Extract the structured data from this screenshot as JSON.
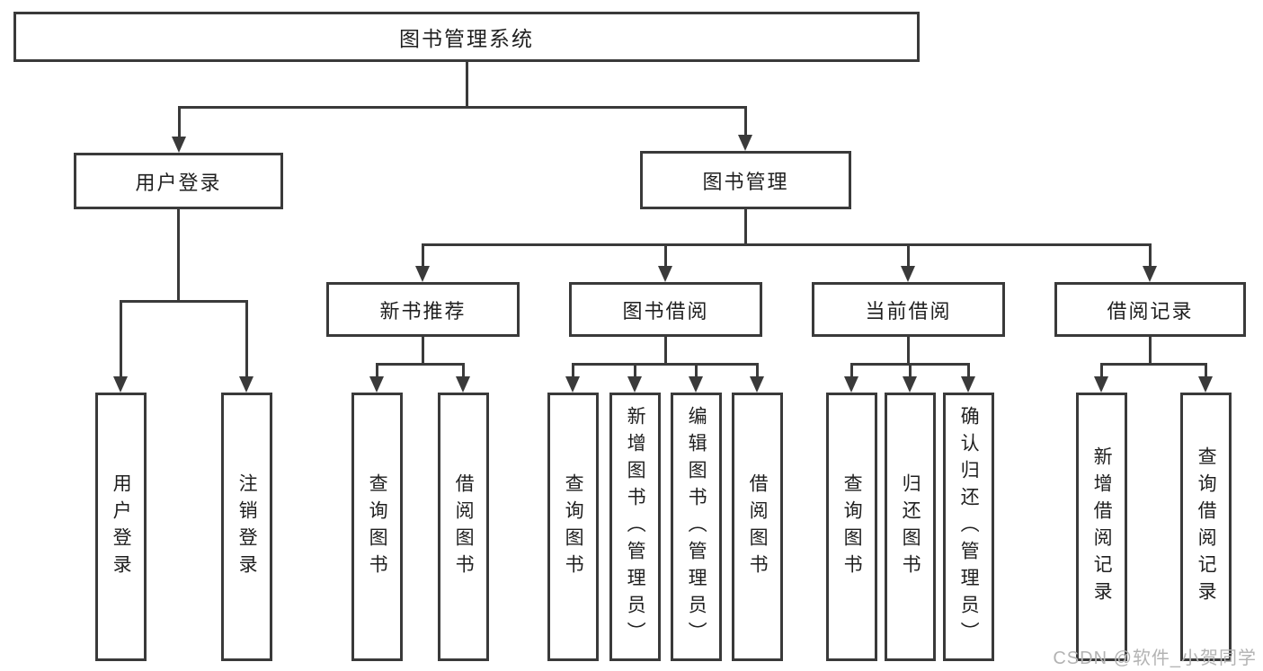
{
  "diagram": {
    "root": {
      "label": "图书管理系统",
      "children": [
        {
          "label": "用户登录",
          "children": [
            {
              "label": "用户登录"
            },
            {
              "label": "注销登录"
            }
          ]
        },
        {
          "label": "图书管理",
          "children": [
            {
              "label": "新书推荐",
              "children": [
                {
                  "label": "查询图书"
                },
                {
                  "label": "借阅图书"
                }
              ]
            },
            {
              "label": "图书借阅",
              "children": [
                {
                  "label": "查询图书"
                },
                {
                  "label": "新增图书（管理员）"
                },
                {
                  "label": "编辑图书（管理员）"
                },
                {
                  "label": "借阅图书"
                }
              ]
            },
            {
              "label": "当前借阅",
              "children": [
                {
                  "label": "查询图书"
                },
                {
                  "label": "归还图书"
                },
                {
                  "label": "确认归还（管理员）"
                }
              ]
            },
            {
              "label": "借阅记录",
              "children": [
                {
                  "label": "新增借阅记录"
                },
                {
                  "label": "查询借阅记录"
                }
              ]
            }
          ]
        }
      ]
    },
    "colors": {
      "line": "#3a3a3a",
      "box_background": "#ffffff",
      "text": "#1f1f1f",
      "watermark": "#b3b3b3"
    }
  },
  "watermark": {
    "text": "CSDN @软件_小贺同学"
  }
}
